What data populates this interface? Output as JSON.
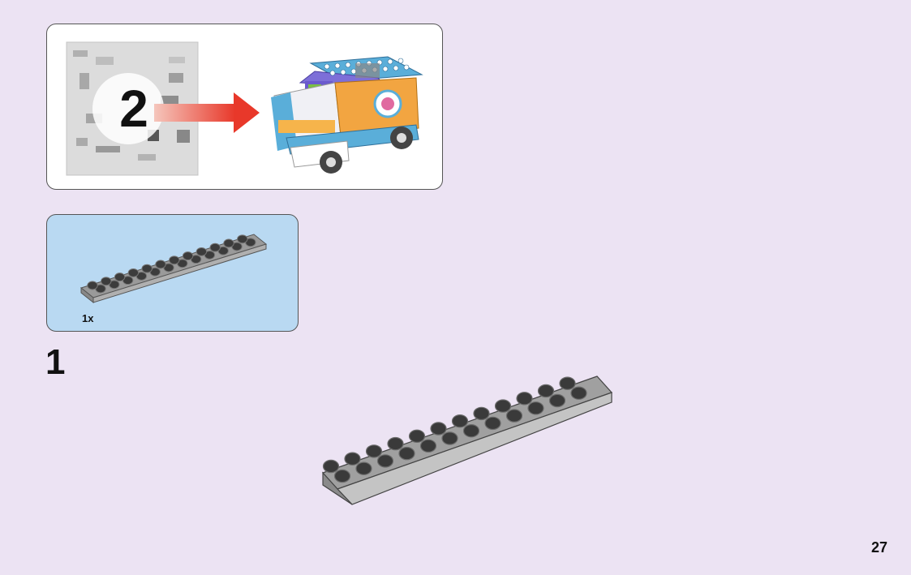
{
  "page": {
    "background_color": "#ece3f3",
    "page_number": "27"
  },
  "bag_panel": {
    "bag_number": "2",
    "bag_icon": "parts-bag-icon",
    "arrow_icon": "right-arrow-icon",
    "arrow_color": "#e8382a",
    "model_icon": "camper-van-model-icon"
  },
  "parts_panel": {
    "background_color": "#b9d9f2",
    "part_icon": "gray-plate-2x12-icon",
    "quantity": "1x"
  },
  "step": {
    "number": "1",
    "part_icon": "gray-plate-2x12-icon",
    "part_color": "#a0a0a0"
  }
}
